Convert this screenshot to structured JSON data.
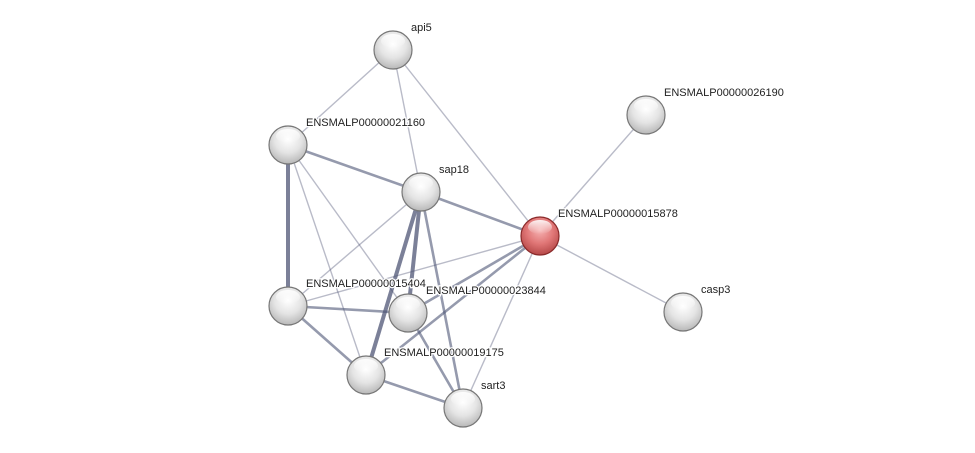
{
  "network": {
    "nodes": [
      {
        "id": "api5",
        "label": "api5",
        "query": false
      },
      {
        "id": "21160",
        "label": "ENSMALP00000021160",
        "query": false
      },
      {
        "id": "26190",
        "label": "ENSMALP00000026190",
        "query": false
      },
      {
        "id": "sap18",
        "label": "sap18",
        "query": false
      },
      {
        "id": "15878",
        "label": "ENSMALP00000015878",
        "query": true
      },
      {
        "id": "15404",
        "label": "ENSMALP00000015404",
        "query": false
      },
      {
        "id": "23844",
        "label": "ENSMALP00000023844",
        "query": false
      },
      {
        "id": "casp3",
        "label": "casp3",
        "query": false
      },
      {
        "id": "19175",
        "label": "ENSMALP00000019175",
        "query": false
      },
      {
        "id": "sart3",
        "label": "sart3",
        "query": false
      }
    ],
    "edges": [
      [
        "api5",
        "21160",
        "low"
      ],
      [
        "api5",
        "sap18",
        "low"
      ],
      [
        "api5",
        "15878",
        "low"
      ],
      [
        "26190",
        "15878",
        "low"
      ],
      [
        "15878",
        "casp3",
        "low"
      ],
      [
        "21160",
        "sap18",
        "medium"
      ],
      [
        "21160",
        "15404",
        "high"
      ],
      [
        "21160",
        "19175",
        "low"
      ],
      [
        "21160",
        "23844",
        "low"
      ],
      [
        "sap18",
        "15878",
        "medium"
      ],
      [
        "sap18",
        "15404",
        "low"
      ],
      [
        "sap18",
        "19175",
        "high"
      ],
      [
        "sap18",
        "23844",
        "high"
      ],
      [
        "sap18",
        "sart3",
        "medium"
      ],
      [
        "15878",
        "15404",
        "low"
      ],
      [
        "15878",
        "23844",
        "medium"
      ],
      [
        "15878",
        "19175",
        "medium"
      ],
      [
        "15878",
        "sart3",
        "low"
      ],
      [
        "15404",
        "23844",
        "medium"
      ],
      [
        "15404",
        "19175",
        "medium"
      ],
      [
        "23844",
        "sart3",
        "medium"
      ],
      [
        "19175",
        "sart3",
        "medium"
      ]
    ],
    "colors": {
      "node": "#e6e6e6",
      "query_node": "#d65f5f",
      "edge": "#4f5676"
    }
  }
}
